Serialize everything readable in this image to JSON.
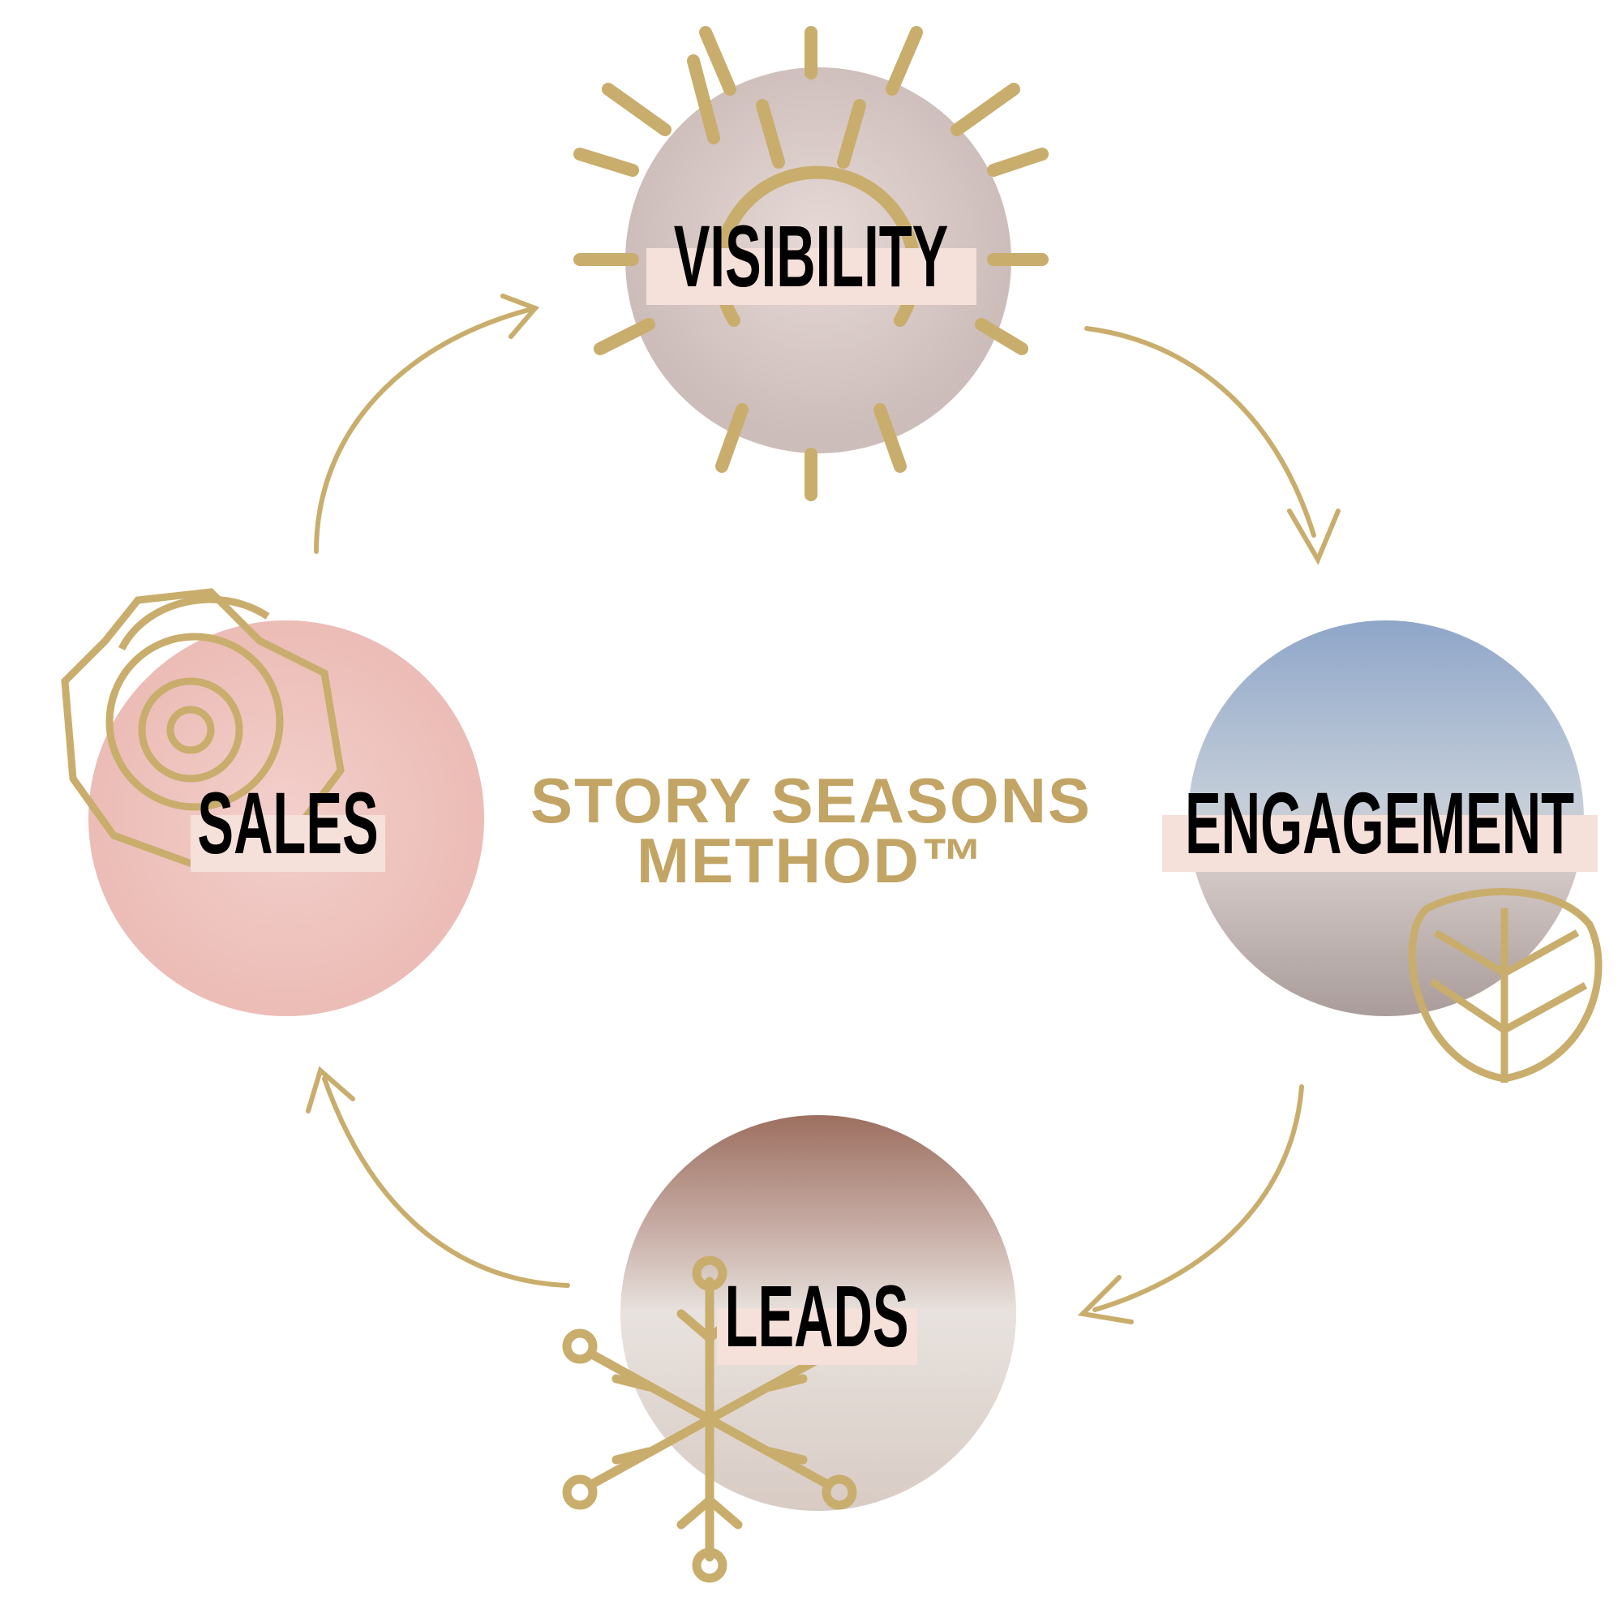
{
  "title": {
    "line1": "STORY SEASONS",
    "line2": "METHOD™"
  },
  "stages": [
    {
      "label": "VISIBILITY",
      "icon": "sun-icon"
    },
    {
      "label": "ENGAGEMENT",
      "icon": "leaf-icon"
    },
    {
      "label": "LEADS",
      "icon": "snowflake-icon"
    },
    {
      "label": "SALES",
      "icon": "rose-icon"
    }
  ],
  "colors": {
    "gold": "#c9ad6c",
    "label_bg": "#f6e0da",
    "visibility": "#d9c9c6",
    "engagement": "#a8b6cc",
    "leads": "#ddd2cf",
    "sales": "#f0c4c0"
  }
}
